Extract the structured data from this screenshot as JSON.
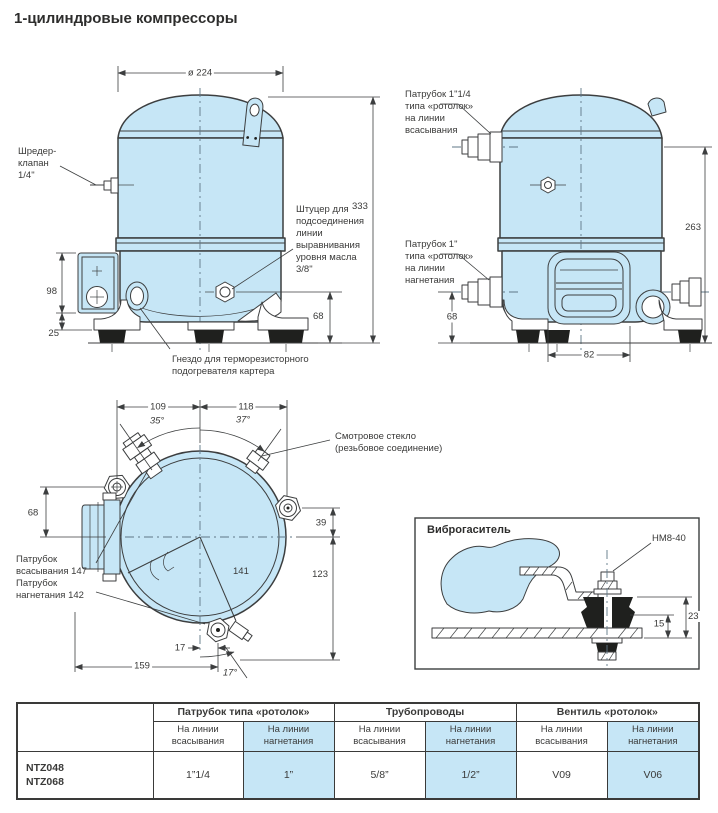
{
  "page": {
    "title": "1-цилиндровые компрессоры"
  },
  "colors": {
    "body_fill": "#c6e6f6",
    "line": "#3c3e3f",
    "table_highlight": "#c6e6f6"
  },
  "front_view": {
    "labels": {
      "schrader": "Шредер-\nклапан\n1/4\"",
      "oil_union": "Штуцер для\nподсоединения\nлинии\nвыравнивания\nуровня масла\n3/8\"",
      "heater_socket": "Гнездо для терморезисторного\nподогревателя картера"
    },
    "dims": {
      "diameter": "ø 224",
      "total_height": "333",
      "box_height": "98",
      "foot_height": "25",
      "oil_height": "68"
    }
  },
  "side_view": {
    "labels": {
      "suction": "Патрубок 1\"1/4\nтипа «ротолок»\nна линии\nвсасывания",
      "discharge": "Патрубок 1\"\nтипа «ротолок»\nна линии\nнагнетания"
    },
    "dims": {
      "height": "263",
      "discharge_height": "68",
      "feet_span": "82"
    }
  },
  "top_view": {
    "labels": {
      "sight_glass": "Смотровое стекло\n(резьбовое соединение)",
      "ports": "Патрубок\nвсасывания 147\nПатрубок\nнагнетания 142"
    },
    "dims": {
      "left_span": "109",
      "right_span": "118",
      "suction_angle": "35°",
      "sight_angle": "37°",
      "left_height": "68",
      "right_offset": "39",
      "bottom_offset": "123",
      "radius": "141",
      "base_span": "159",
      "bottom_x": "17",
      "bottom_angle": "17°"
    }
  },
  "damper": {
    "title": "Виброгаситель",
    "bolt_label": "HM8-40",
    "dims": {
      "total": "23",
      "rubber": "15"
    }
  },
  "table": {
    "groups": [
      {
        "label": "Патрубок типа «ротолок»"
      },
      {
        "label": "Трубопроводы"
      },
      {
        "label": "Вентиль «ротолок»"
      }
    ],
    "sub_suction": "На линии\nвсасывания",
    "sub_discharge": "На линии\nнагнетания",
    "row_model": "NTZ048\nNTZ068",
    "values": [
      "1”1/4",
      "1”",
      "5/8”",
      "1/2”",
      "V09",
      "V06"
    ]
  }
}
